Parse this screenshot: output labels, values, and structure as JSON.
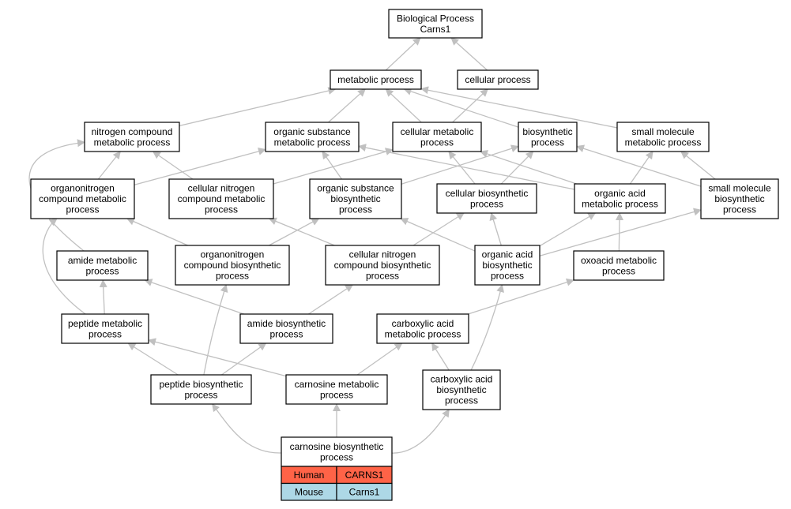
{
  "nodes": {
    "bp": [
      "Biological Process",
      "Carns1"
    ],
    "metabolic": [
      "metabolic process"
    ],
    "cellular": [
      "cellular process"
    ],
    "nitrogen": [
      "nitrogen compound",
      "metabolic process"
    ],
    "orgsub": [
      "organic substance",
      "metabolic process"
    ],
    "cellmet": [
      "cellular metabolic",
      "process"
    ],
    "biosyn": [
      "biosynthetic",
      "process"
    ],
    "smallmol": [
      "small molecule",
      "metabolic process"
    ],
    "orgnitro": [
      "organonitrogen",
      "compound metabolic",
      "process"
    ],
    "cellnitro": [
      "cellular nitrogen",
      "compound metabolic",
      "process"
    ],
    "orgsubbio": [
      "organic substance",
      "biosynthetic",
      "process"
    ],
    "cellbio": [
      "cellular biosynthetic",
      "process"
    ],
    "orgacid": [
      "organic acid",
      "metabolic process"
    ],
    "smallbio": [
      "small molecule",
      "biosynthetic",
      "process"
    ],
    "amidemet": [
      "amide metabolic",
      "process"
    ],
    "orgnitrobio": [
      "organonitrogen",
      "compound biosynthetic",
      "process"
    ],
    "cellnitrobio": [
      "cellular nitrogen",
      "compound biosynthetic",
      "process"
    ],
    "orgacidbio": [
      "organic acid",
      "biosynthetic",
      "process"
    ],
    "oxoacid": [
      "oxoacid metabolic",
      "process"
    ],
    "peptidemet": [
      "peptide metabolic",
      "process"
    ],
    "amidebio": [
      "amide biosynthetic",
      "process"
    ],
    "carbmet": [
      "carboxylic acid",
      "metabolic process"
    ],
    "peptidebio": [
      "peptide biosynthetic",
      "process"
    ],
    "carnmet": [
      "carnosine metabolic",
      "process"
    ],
    "carbbio": [
      "carboxylic acid",
      "biosynthetic",
      "process"
    ],
    "carnbio": [
      "carnosine biosynthetic",
      "process"
    ]
  },
  "orthologs": [
    {
      "species": "Human",
      "gene": "CARNS1",
      "color": "#ff6347"
    },
    {
      "species": "Mouse",
      "gene": "Carns1",
      "color": "#add8e6"
    }
  ],
  "colors": {
    "edge": "#c0c0c0",
    "border": "#000000"
  }
}
